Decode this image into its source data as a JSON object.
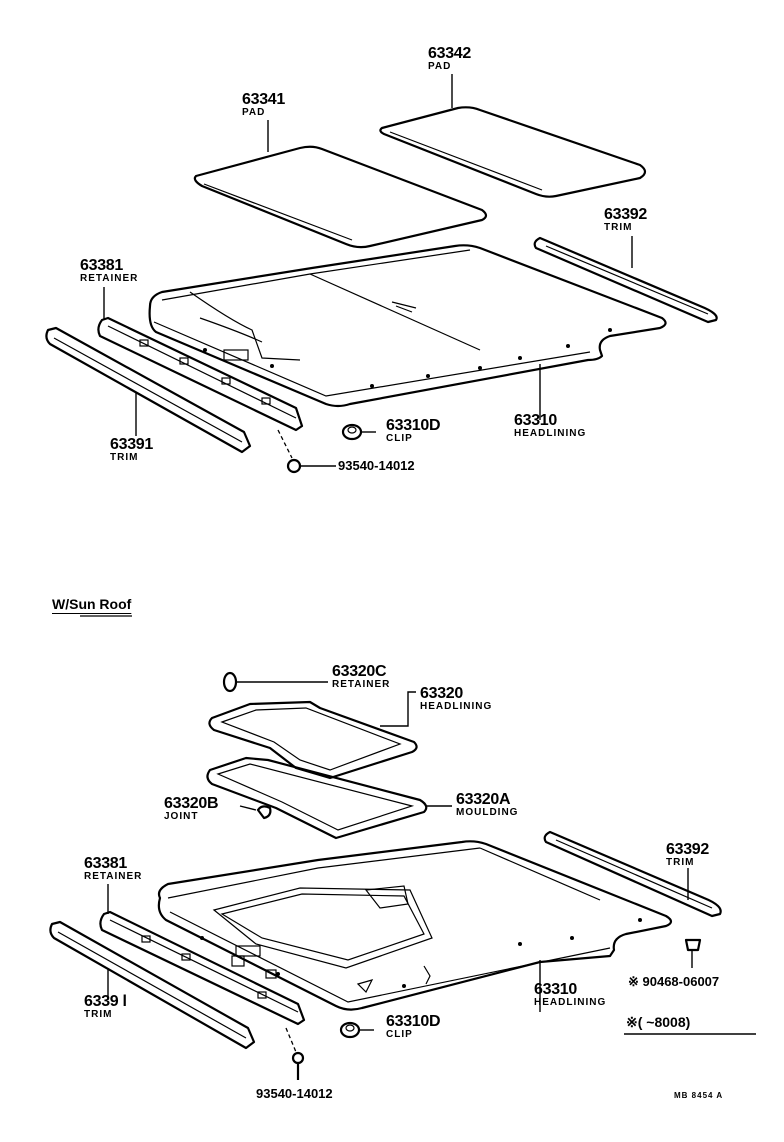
{
  "top": {
    "parts": [
      {
        "key": "pad_63342",
        "number": "63342",
        "name": "PAD"
      },
      {
        "key": "pad_63341",
        "number": "63341",
        "name": "PAD"
      },
      {
        "key": "trim_63392",
        "number": "63392",
        "name": "TRIM"
      },
      {
        "key": "retainer_63381",
        "number": "63381",
        "name": "RETAINER"
      },
      {
        "key": "headlining_63310",
        "number": "63310",
        "name": "HEADLINING"
      },
      {
        "key": "clip_63310d",
        "number": "63310D",
        "name": "CLIP"
      },
      {
        "key": "trim_63391",
        "number": "63391",
        "name": "TRIM"
      },
      {
        "key": "screw",
        "number": "93540-14012",
        "name": ""
      }
    ]
  },
  "sunroof": {
    "section_title": "W/Sun Roof",
    "parts": [
      {
        "key": "retainer_63320c",
        "number": "63320C",
        "name": "RETAINER"
      },
      {
        "key": "headlining_63320",
        "number": "63320",
        "name": "HEADLINING"
      },
      {
        "key": "joint_63320b",
        "number": "63320B",
        "name": "JOINT"
      },
      {
        "key": "moulding_63320a",
        "number": "63320A",
        "name": "MOULDING"
      },
      {
        "key": "retainer_63381",
        "number": "63381",
        "name": "RETAINER"
      },
      {
        "key": "trim_63392",
        "number": "63392",
        "name": "TRIM"
      },
      {
        "key": "headlining_63310",
        "number": "63310",
        "name": "HEADLINING"
      },
      {
        "key": "clip_63310d",
        "number": "63310D",
        "name": "CLIP"
      },
      {
        "key": "trim_63391",
        "number": "6339 l",
        "name": "TRIM"
      },
      {
        "key": "screw",
        "number": "93540-14012",
        "name": ""
      },
      {
        "key": "clip_90468",
        "number": "※ 90468-06007",
        "name": ""
      }
    ],
    "footnote": "※(        ~8008)"
  },
  "figure_code": "MB 8454 A"
}
